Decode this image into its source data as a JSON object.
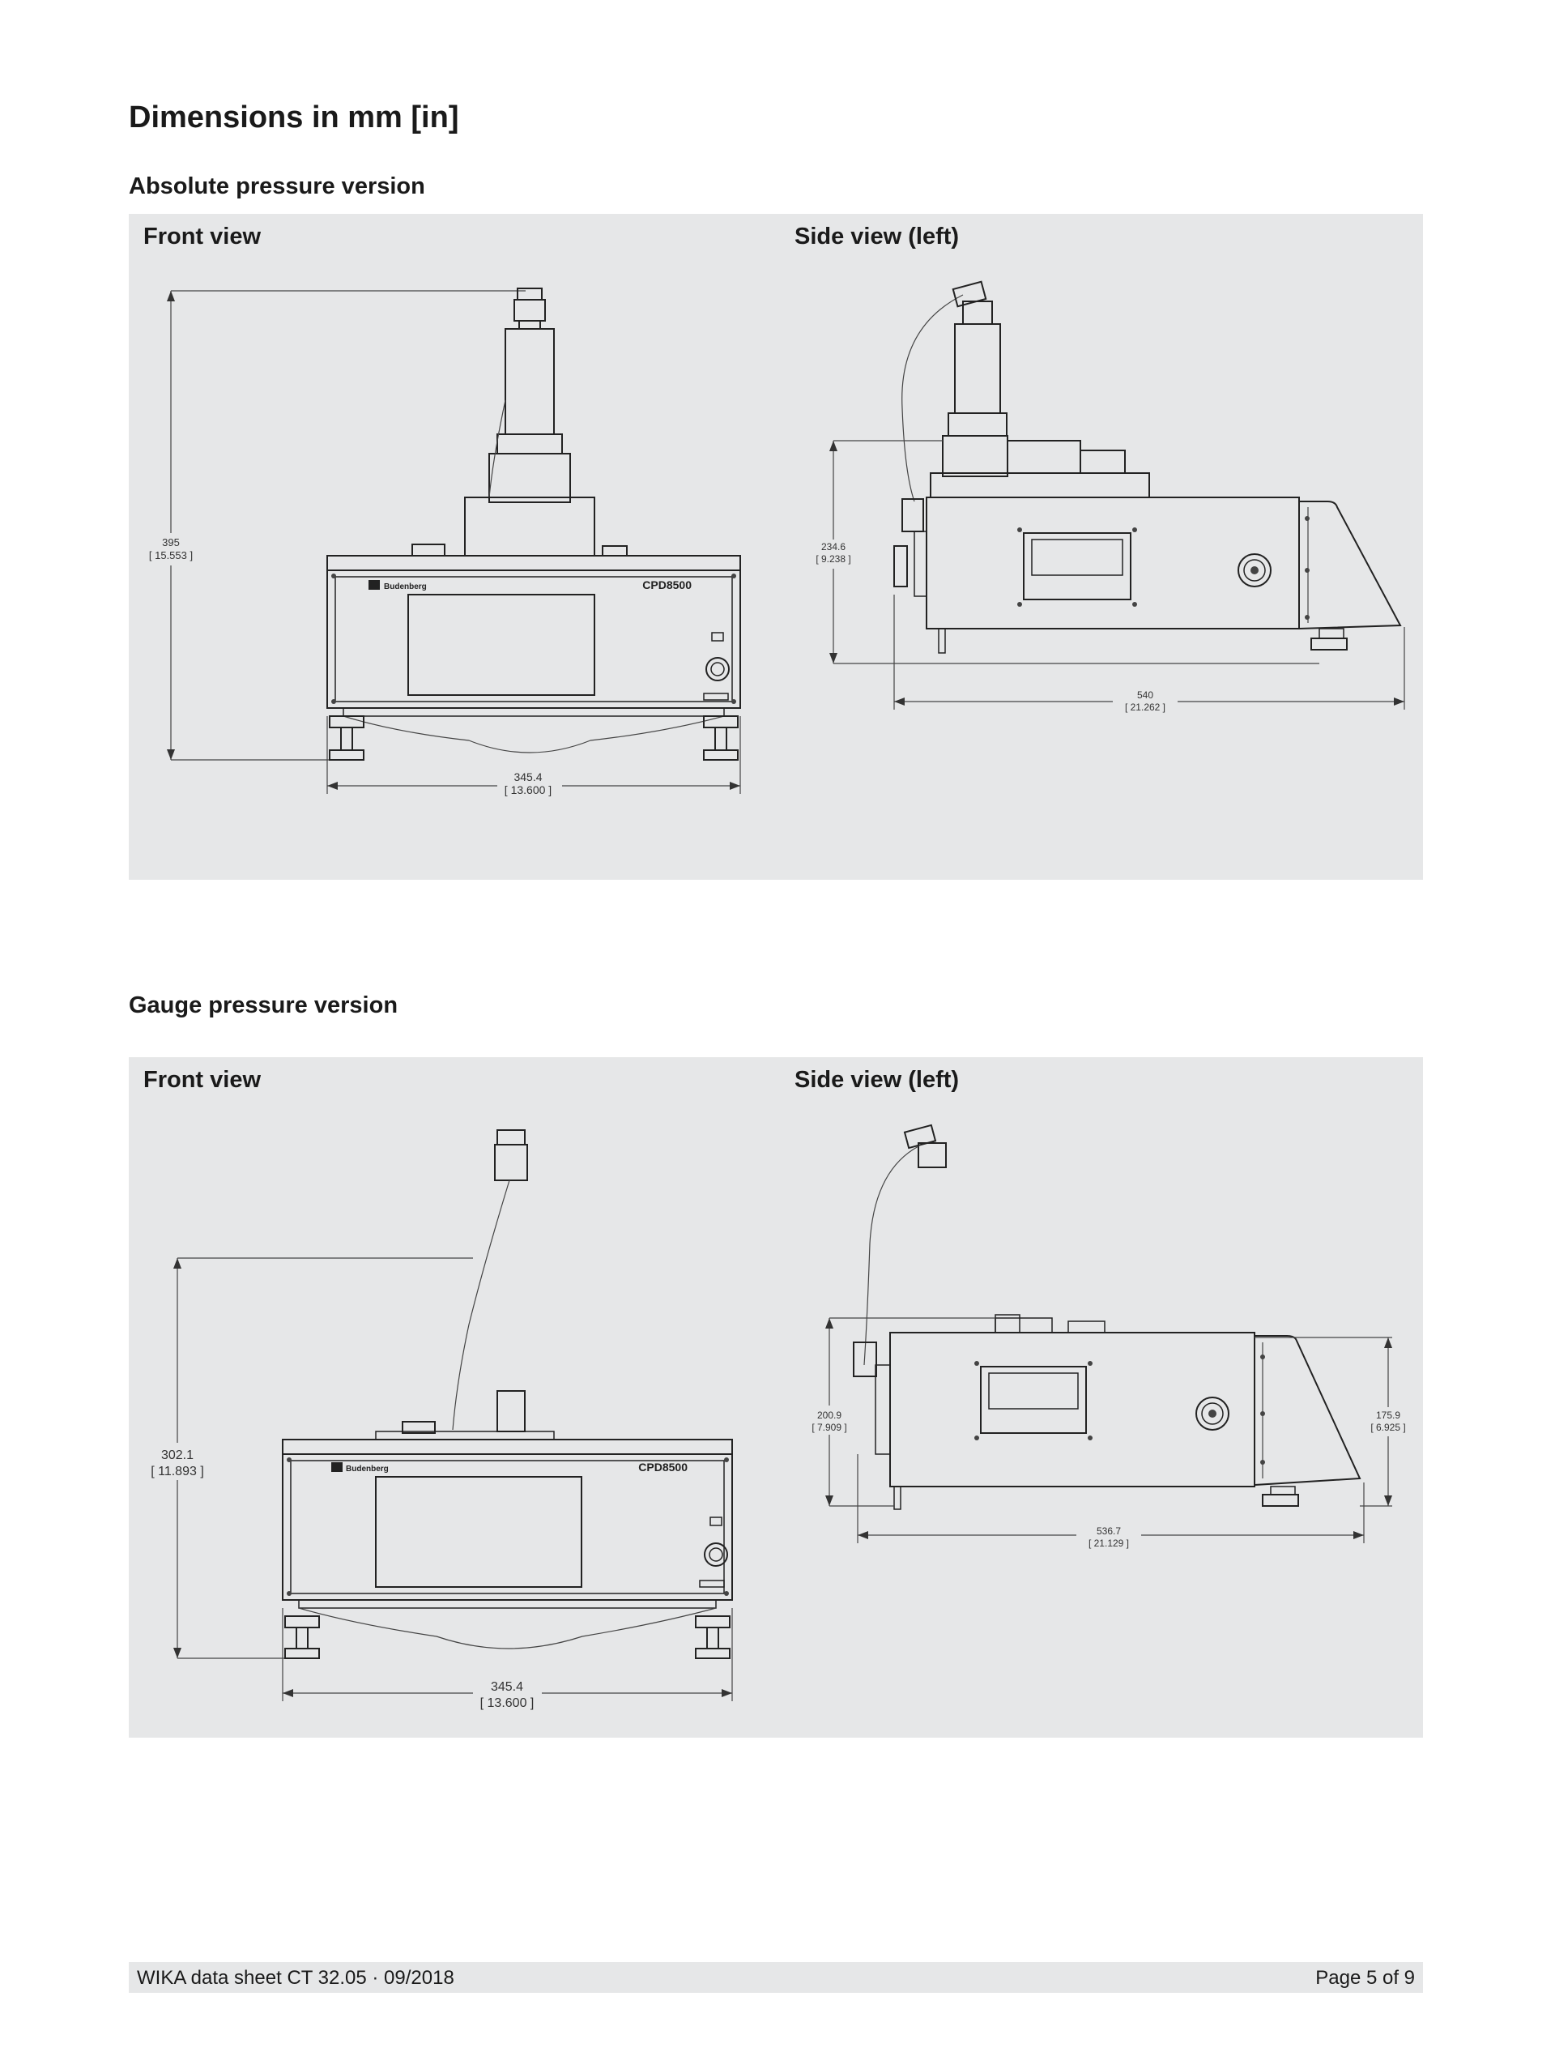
{
  "page_title": "Dimensions in mm [in]",
  "sections": [
    {
      "heading": "Absolute pressure version",
      "front_label": "Front view",
      "side_label": "Side view (left)",
      "front_height": {
        "mm": "395",
        "in": "[ 15.553 ]"
      },
      "front_width": {
        "mm": "345.4",
        "in": "[ 13.600 ]"
      },
      "side_height": {
        "mm": "234.6",
        "in": "[ 9.238 ]"
      },
      "side_width": {
        "mm": "540",
        "in": "[ 21.262 ]"
      },
      "model": "CPD8500",
      "brand": "Budenberg"
    },
    {
      "heading": "Gauge pressure version",
      "front_label": "Front view",
      "side_label": "Side view (left)",
      "front_height": {
        "mm": "302.1",
        "in": "[ 11.893 ]"
      },
      "front_width": {
        "mm": "345.4",
        "in": "[ 13.600 ]"
      },
      "side_height": {
        "mm": "200.9",
        "in": "[ 7.909 ]"
      },
      "side_right_height": {
        "mm": "175.9",
        "in": "[ 6.925 ]"
      },
      "side_width": {
        "mm": "536.7",
        "in": "[ 21.129 ]"
      },
      "model": "CPD8500",
      "brand": "Budenberg"
    }
  ],
  "footer": {
    "left": "WIKA data sheet CT 32.05 · 09/2018",
    "right": "Page 5 of 9"
  }
}
